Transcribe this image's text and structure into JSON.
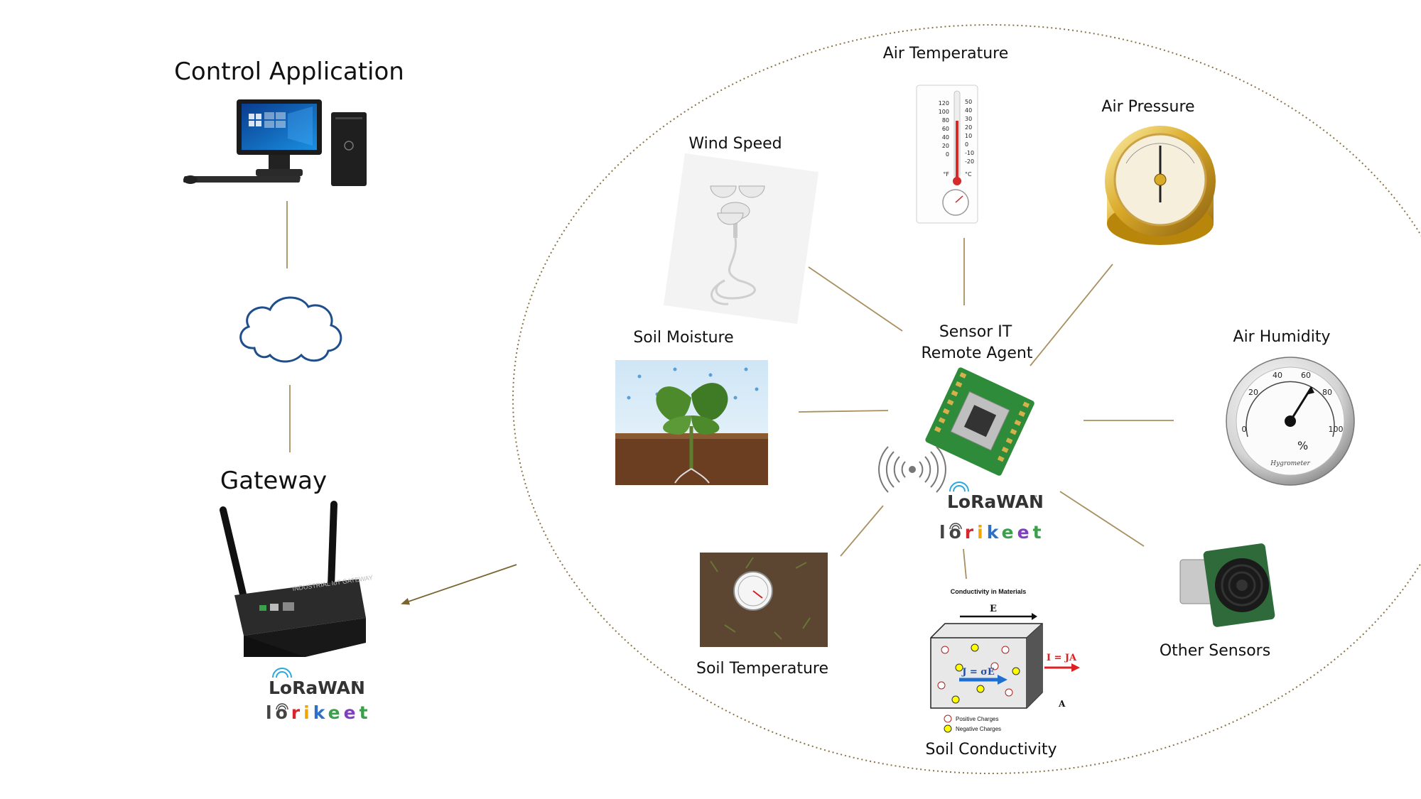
{
  "labels": {
    "control_application": "Control Application",
    "gateway": "Gateway",
    "air_temperature": "Air Temperature",
    "air_pressure": "Air Pressure",
    "wind_speed": "Wind Speed",
    "sensor_it_line1": "Sensor IT",
    "sensor_it_line2": "Remote Agent",
    "air_humidity": "Air Humidity",
    "soil_moisture": "Soil Moisture",
    "soil_temperature": "Soil Temperature",
    "soil_conductivity": "Soil Conductivity",
    "other_sensors": "Other Sensors"
  },
  "brands": {
    "lorawan": "LoRaWAN",
    "trademark": "™",
    "lorikeet": "lorikeet",
    "gateway_device": "INDUSTRIAL IoT GATEWAY"
  },
  "conductivity_figure": {
    "title": "Conductivity in Materials",
    "e_field": "E",
    "j_eq": "J = σE",
    "i_eq": "I = JA",
    "area": "A",
    "legend_positive": "Positive Charges",
    "legend_negative": "Negative Charges"
  },
  "gauges": {
    "humidity_ticks": [
      "0",
      "20",
      "40",
      "60",
      "80",
      "100"
    ],
    "humidity_unit": "%",
    "hygrometer": "Hygrometer",
    "thermo_f": [
      "120",
      "100",
      "80",
      "60",
      "40",
      "20",
      "0"
    ],
    "thermo_c": [
      "50",
      "40",
      "30",
      "20",
      "10",
      "0",
      "-10",
      "-20"
    ],
    "thermo_f_unit": "°F",
    "thermo_c_unit": "°C"
  },
  "colors": {
    "connector": "#a89060",
    "ellipse": "#8a7345",
    "arrow": "#7a6530",
    "cloud": "#1f4e8c",
    "lorawan_blue": "#2aa8df",
    "lorikeet": [
      "#444444",
      "#444444",
      "#d9262c",
      "#f2a500",
      "#2f6fc6",
      "#3aa14a",
      "#7f3fbf",
      "#3aa14a"
    ]
  }
}
